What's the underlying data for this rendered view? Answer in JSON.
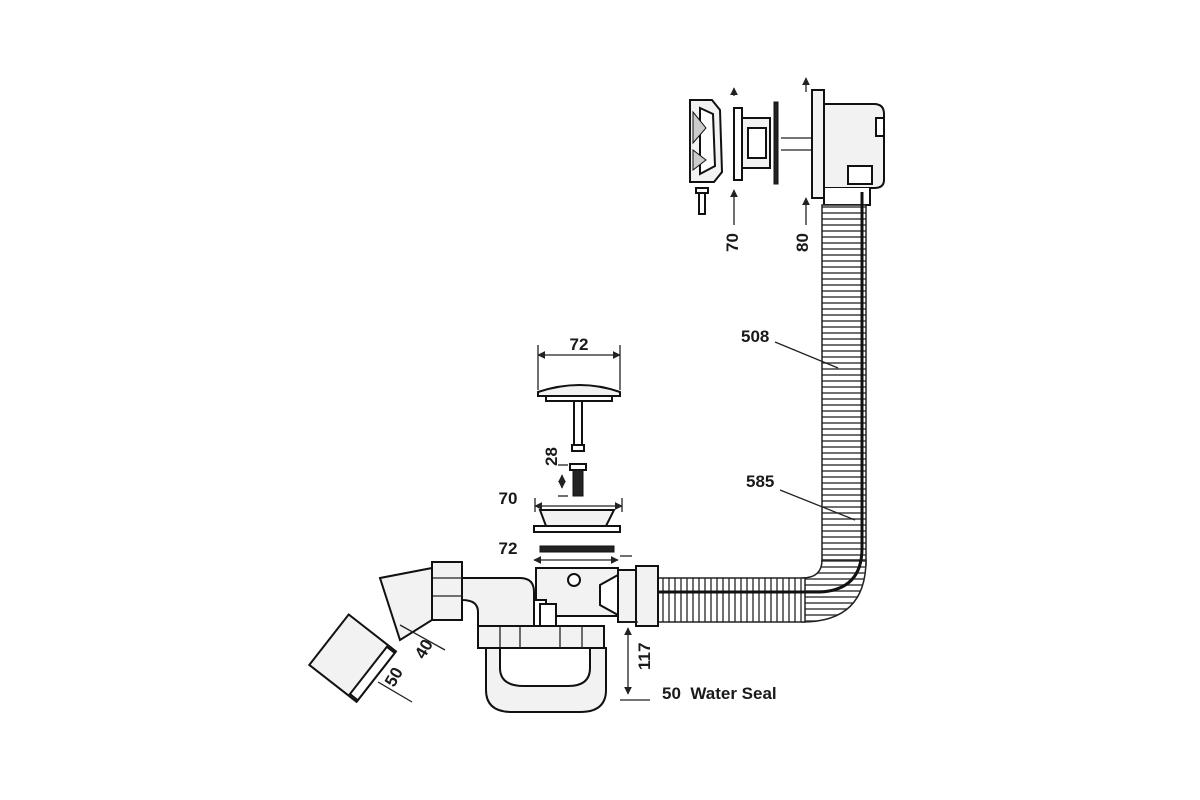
{
  "dimensions": {
    "overflow_head_depth": "70",
    "overflow_body_depth": "80",
    "overflow_hose_length": "508",
    "waste_hose_length": "585",
    "plug_diameter": "72",
    "plug_stem_length": "28",
    "strainer_diameter": "70",
    "outlet_diameter": "72",
    "outlet_pipe_inner": "40",
    "outlet_pipe_outer": "50",
    "trap_height": "117"
  },
  "water_seal_label": "50  Water Seal",
  "colors": {
    "line": "#111111",
    "fill": "#f2f2f2",
    "hose": "#222222"
  },
  "icons": [
    "overflow-cap-icon",
    "plug-icon",
    "trap-icon",
    "hose-icon"
  ]
}
